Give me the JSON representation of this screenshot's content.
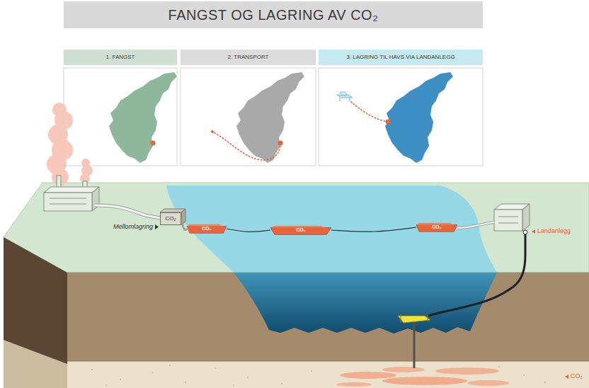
{
  "diagram": {
    "title": "FANGST OG LAGRING AV CO₂",
    "nodes": [
      {
        "text": [
          "1. FANGST"
        ]
      },
      {
        "text": [
          "2. TRANSPORT"
        ]
      },
      {
        "text": [
          "3. LAGRING TIL HAVS VIA LANDANLEGG"
        ]
      },
      {
        "text": [
          "CO₂"
        ]
      },
      {
        "text": [
          "CO₂"
        ]
      },
      {
        "text": [
          "CO₂"
        ]
      },
      {
        "text": [
          "CO₂"
        ]
      }
    ],
    "edges": [
      {
        "from": 3,
        "to": 4,
        "arrow": "none"
      },
      {
        "from": 4,
        "to": 5,
        "arrow": "none"
      },
      {
        "from": 5,
        "to": 6,
        "arrow": "none"
      }
    ],
    "labels": [
      "Mellomlagring",
      "Landanlegg",
      "CO₂"
    ]
  }
}
